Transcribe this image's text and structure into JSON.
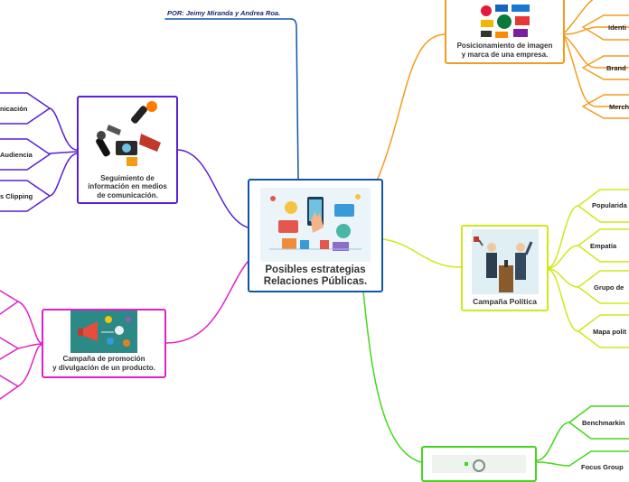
{
  "author": "POR: Jeimy Miranda y Andrea Roa.",
  "central": {
    "title_line1": "Posibles estrategias",
    "title_line2": "Relaciones Públicas."
  },
  "topics": {
    "posicionamiento": {
      "line1": "Posicionamiento de imagen",
      "line2": "y marca de una empresa.",
      "color": "#f39c1f"
    },
    "seguimiento": {
      "line1": "Seguimiento de",
      "line2": "información en medios",
      "line3": "de comunicación.",
      "color": "#5a1fd6"
    },
    "campana_politica": {
      "label": "Campaña Política",
      "color": "#cfe81a"
    },
    "promocion": {
      "line1": "Campaña de promoción",
      "line2": "y divulgación de un producto.",
      "color": "#e020c8"
    },
    "bottom": {
      "color": "#44d81c"
    }
  },
  "subtopics": {
    "posicionamiento": [
      "Identi",
      "Brand",
      "Merch"
    ],
    "seguimiento": [
      "nicación",
      "Audiencia",
      "s Clipping"
    ],
    "campana_politica": [
      "Popularida",
      "Empatía",
      "Grupo de",
      "Mapa polít"
    ],
    "bottom": [
      "Benchmarkin",
      "Focus Group"
    ]
  },
  "colors": {
    "central_border": "#1155a8",
    "author_line": "#1155a8"
  }
}
